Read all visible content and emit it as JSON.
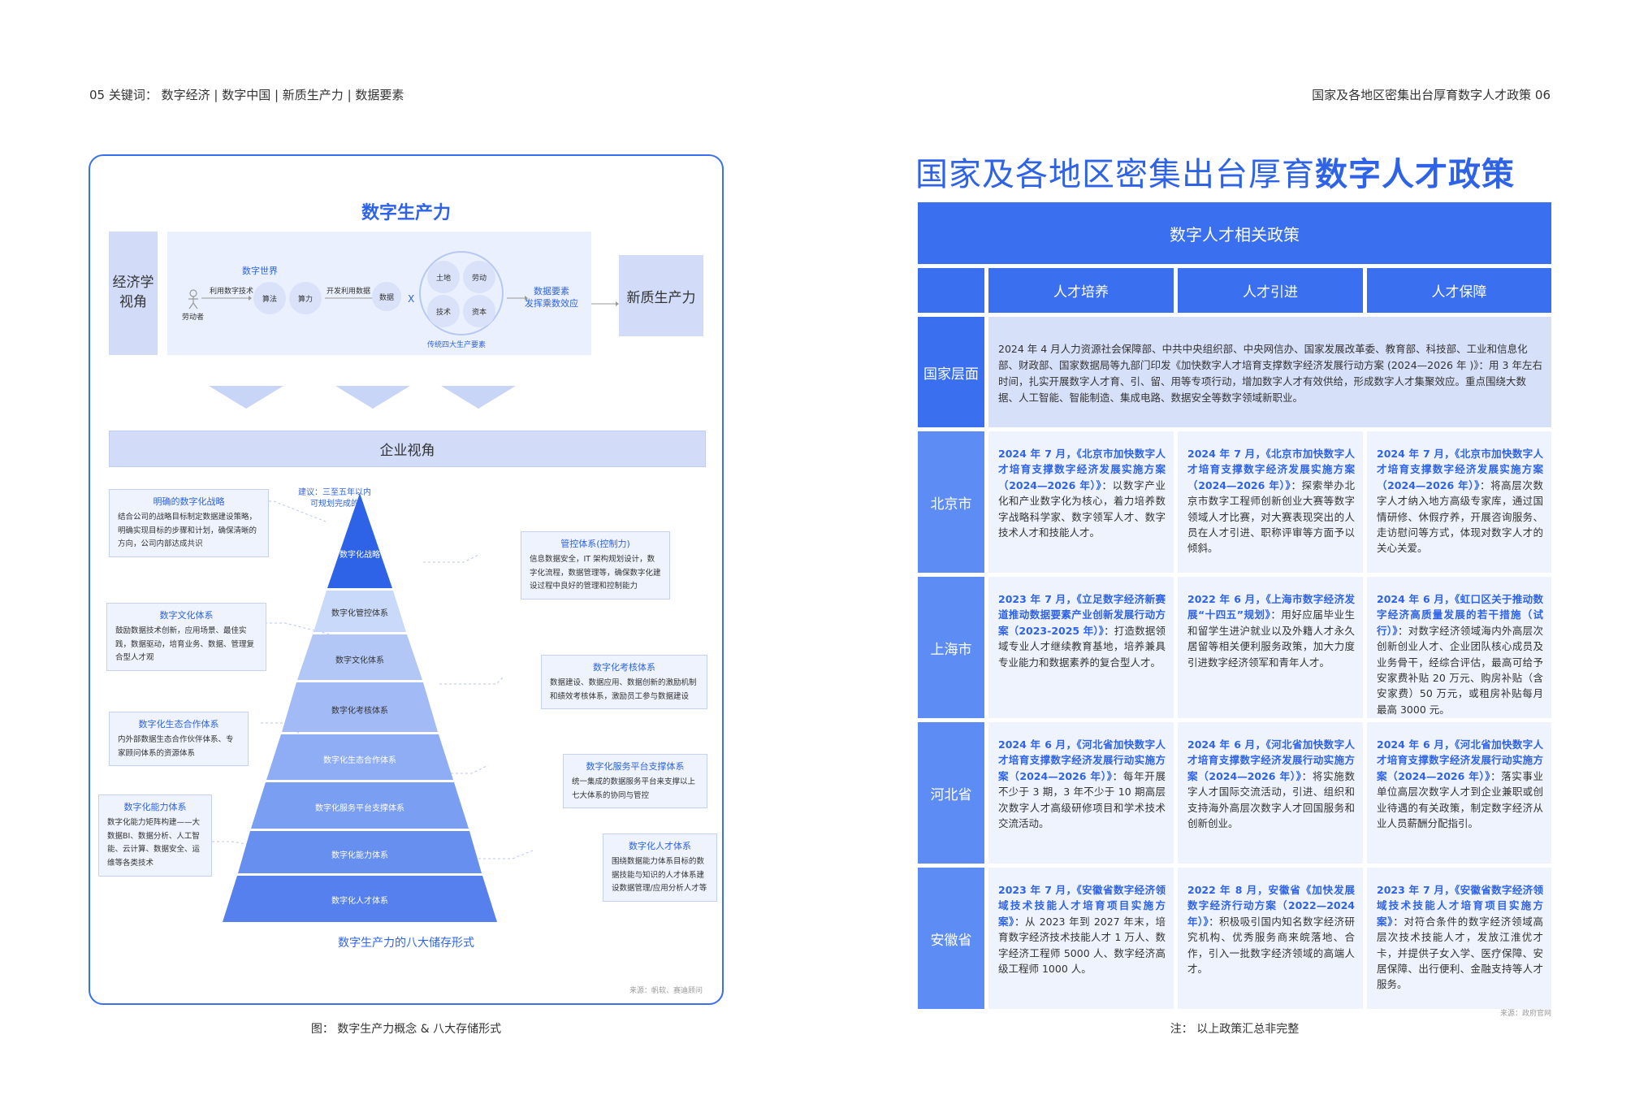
{
  "header": {
    "left": "05   关键词：  数字经济 | 数字中国 | 新质生产力 | 数据要素",
    "right": "国家及各地区密集出台厚育数字人才政策   06"
  },
  "left_panel": {
    "title": "数字生产力",
    "econ_label": "经济学\n视角",
    "digital_world": "数字世界",
    "use_tech": "利用数字技术",
    "laborer": "劳动者",
    "algorithm": "算法",
    "compute": "算力",
    "develop_data": "开发利用数据",
    "data": "数据",
    "times": "X",
    "land": "土地",
    "labor": "劳动",
    "tech": "技术",
    "capital": "资本",
    "four_factors": "传统四大生产要素",
    "multiplier_1": "数据要素",
    "multiplier_2": "发挥乘数效应",
    "new_productivity": "新质生产力",
    "enterprise": "企业视角",
    "suggest_1": "建议：三至五年以内",
    "suggest_2": "可规划完成的",
    "pyramid_levels": [
      "数字化战略",
      "数字化管控体系",
      "数字文化体系",
      "数字化考核体系",
      "数字化生态合作体系",
      "数字化服务平台支撑体系",
      "数字化能力体系",
      "数字化人才体系"
    ],
    "callouts": {
      "strategy": {
        "title": "明确的数字化战略",
        "body": "结合公司的战略目标制定数据建设策略，明确实现目标的步骤和计划，确保清晰的方向，公司内部达成共识"
      },
      "control": {
        "title": "管控体系(控制力)",
        "body": "信息数据安全，IT 架构规划设计，数字化流程，数据管理等，确保数字化建设过程中良好的管理和控制能力"
      },
      "culture": {
        "title": "数字文化体系",
        "body": "鼓励数据技术创新，应用场景、最佳实践，数据驱动，培育业务、数据、管理复合型人才观"
      },
      "assess": {
        "title": "数字化考核体系",
        "body": "数据建设、数据应用、数据创新的激励机制和绩效考核体系，激励员工参与数据建设"
      },
      "eco": {
        "title": "数字化生态合作体系",
        "body": "内外部数据生态合作伙伴体系、专家顾问体系的资源体系"
      },
      "service": {
        "title": "数字化服务平台支撑体系",
        "body": "统一集成的数据服务平台来支撑以上七大体系的协同与管控"
      },
      "ability": {
        "title": "数字化能力体系",
        "body": "数字化能力矩阵构建——大数据BI、数据分析、人工智能、云计算、数据安全、运维等各类技术"
      },
      "talent": {
        "title": "数字化人才体系",
        "body": "围绕数据能力体系目标的数据技能与知识的人才体系建设数据管理/应用分析人才等"
      }
    },
    "pyramid_caption": "数字生产力的八大储存形式",
    "source": "来源：帆软、赛迪顾问",
    "figure_caption": "图：  数字生产力概念 & 八大存储形式"
  },
  "right_panel": {
    "title_normal": "国家及各地区密集出台厚育",
    "title_bold": "数字人才政策",
    "table_header": "数字人才相关政策",
    "columns": [
      "人才培养",
      "人才引进",
      "人才保障"
    ],
    "national_label": "国家层面",
    "national_text": "2024 年 4 月人力资源社会保障部、中共中央组织部、中央网信办、国家发展改革委、教育部、科技部、工业和信息化部、财政部、国家数据局等九部门印发《加快数字人才培育支撑数字经济发展行动方案 (2024—2026 年 )》：用 3 年左右时间，扎实开展数字人才育、引、留、用等专项行动，增加数字人才有效供给，形成数字人才集聚效应。重点围绕大数据、人工智能、智能制造、集成电路、数据安全等数字领域新职业。",
    "rows": [
      {
        "label": "北京市",
        "cells": [
          {
            "hl": "2024 年 7 月，《北京市加快数字人才培育支撑数字经济发展实施方案（2024—2026 年）》",
            "text": "：以数字产业化和产业数字化为核心，着力培养数字战略科学家、数字领军人才、数字技术人才和技能人才。"
          },
          {
            "hl": "2024 年 7 月，《北京市加快数字人才培育支撑数字经济发展实施方案（2024—2026 年）》",
            "text": "：探索举办北京市数字工程师创新创业大赛等数字领域人才比赛，对大赛表现突出的人员在人才引进、职称评审等方面予以倾斜。"
          },
          {
            "hl": "2024 年 7 月，《北京市加快数字人才培育支撑数字经济发展实施方案（2024—2026 年）》",
            "text": "：将高层次数字人才纳入地方高级专家库，通过国情研修、休假疗养，开展咨询服务、走访慰问等方式，体现对数字人才的关心关爱。"
          }
        ]
      },
      {
        "label": "上海市",
        "cells": [
          {
            "hl": "2023 年 7 月，《立足数字经济新赛道推动数据要素产业创新发展行动方案（2023-2025 年）》",
            "text": "：打造数据领域专业人才继续教育基地，培养兼具专业能力和数据素养的复合型人才。"
          },
          {
            "hl": "2022 年 6 月，《上海市数字经济发展“十四五”规划》",
            "text": "：用好应届毕业生和留学生进沪就业以及外籍人才永久居留等相关便利服务政策，加大力度引进数字经济领军和青年人才。"
          },
          {
            "hl": "2024 年 6 月，《虹口区关于推动数字经济高质量发展的若干措施（试行）》",
            "text": "：对数字经济领域海内外高层次创新创业人才、企业团队核心成员及业务骨干，经综合评估，最高可给予安家费补贴 20 万元、购房补贴（含安家费）50 万元，或租房补贴每月最高 3000 元。"
          }
        ]
      },
      {
        "label": "河北省",
        "cells": [
          {
            "hl": "2024 年 6 月，《河北省加快数字人才培育支撑数字经济发展行动实施方案（2024—2026 年）》",
            "text": "：每年开展不少于 3 期，3 年不少于 10 期高层次数字人才高级研修项目和学术技术交流活动。"
          },
          {
            "hl": "2024 年 6 月，《河北省加快数字人才培育支撑数字经济发展行动实施方案（2024—2026 年）》",
            "text": "：将实施数字人才国际交流活动，引进、组织和支持海外高层次数字人才回国服务和创新创业。"
          },
          {
            "hl": "2024 年 6 月，《河北省加快数字人才培育支撑数字经济发展行动实施方案（2024—2026 年）》",
            "text": "：落实事业单位高层次数字人才到企业兼职或创业待遇的有关政策，制定数字经济从业人员薪酬分配指引。"
          }
        ]
      },
      {
        "label": "安徽省",
        "cells": [
          {
            "hl": "2023 年 7 月，《安徽省数字经济领域技术技能人才培育项目实施方案》",
            "text": "：从 2023 年到 2027 年末，培育数字经济技术技能人才 1 万人、数字经济工程师 5000 人、数字经济高级工程师 1000 人。"
          },
          {
            "hl": "2022 年 8 月，安徽省《加快发展数字经济行动方案（2022—2024 年）》",
            "text": "：积极吸引国内知名数字经济研究机构、优秀服务商来皖落地、合作，引入一批数字经济领域的高端人才。"
          },
          {
            "hl": "2023 年 7 月，《安徽省数字经济领域技术技能人才培育项目实施方案》",
            "text": "：对符合条件的数字经济领域高层次技术技能人才，发放江淮优才卡，并提供子女入学、医疗保障、安居保障、出行便利、金融支持等人才服务。"
          }
        ]
      }
    ],
    "source": "来源：政府官网",
    "note": "注：  以上政策汇总非完整"
  },
  "colors": {
    "accent": "#2e63e8",
    "table_blue": "#3a6ff0",
    "cell_bg": "#eef3fd"
  }
}
